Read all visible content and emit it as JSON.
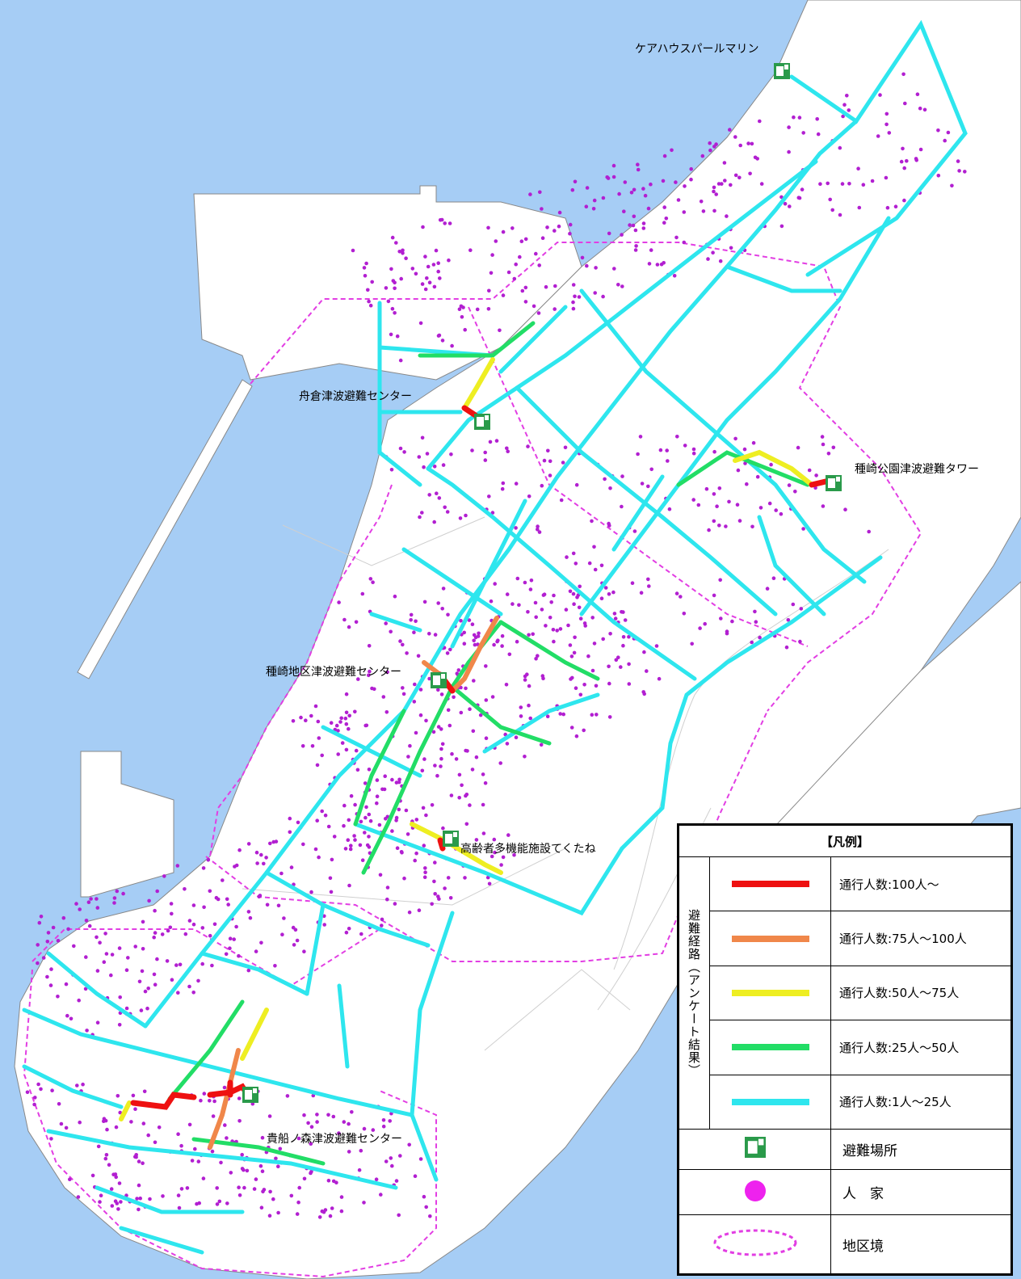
{
  "colors": {
    "sea": "#a6cdf5",
    "land": "#ffffff",
    "route_100_plus": "#ee1111",
    "route_75_100": "#f0874a",
    "route_50_75": "#eeee22",
    "route_25_50": "#22dd66",
    "route_1_25": "#2ee6ee",
    "house_dot": "#b21fd1",
    "boundary": "#e23ee3",
    "shelter": "#2a9a4a"
  },
  "map": {
    "shelters": [
      "ケアハウスパールマリン",
      "舟倉津波避難センター",
      "種崎公園津波避難タワー",
      "種崎地区津波避難センター",
      "高齢者多機能施設てくたね",
      "貴船ノ森津波避難センター"
    ],
    "shelter_icon": "evacuation-shelter-icon"
  },
  "legend": {
    "title": "【凡例】",
    "route_group_label": "避難経路（アンケート結果）",
    "routes": [
      {
        "label": "通行人数:100人～",
        "color": "#ee1111"
      },
      {
        "label": "通行人数:75人～100人",
        "color": "#f0874a"
      },
      {
        "label": "通行人数:50人～75人",
        "color": "#eeee22"
      },
      {
        "label": "通行人数:25人～50人",
        "color": "#22dd66"
      },
      {
        "label": "通行人数:1人～25人",
        "color": "#2ee6ee"
      }
    ],
    "shelter_label": "避難場所",
    "house_label": "人　家",
    "boundary_label": "地区境"
  }
}
